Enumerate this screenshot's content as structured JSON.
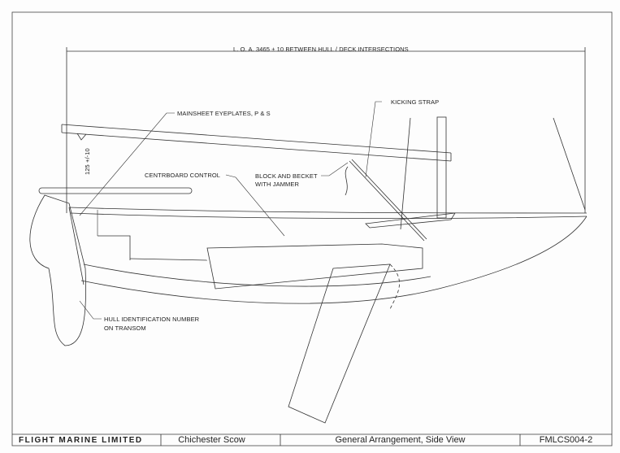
{
  "drawing": {
    "dimension_loa": "L. O. A. 3465 ± 10  BETWEEN HULL / DECK INTERSECTIONS",
    "dimension_height": "125 +/-10",
    "labels": {
      "mainsheet": "MAINSHEET EYEPLATES, P & S",
      "kicking_strap": "KICKING STRAP",
      "centreboard_control": "CENTRBOARD CONTROL",
      "block_becket_1": "BLOCK AND BECKET",
      "block_becket_2": "WITH JAMMER",
      "hull_id_1": "HULL IDENTIFICATION NUMBER",
      "hull_id_2": "ON TRANSOM"
    }
  },
  "title_block": {
    "company": "FLIGHT MARINE LIMITED",
    "boat": "Chichester Scow",
    "sheet_title": "General Arrangement, Side View",
    "drawing_number": "FMLCS004-2"
  }
}
